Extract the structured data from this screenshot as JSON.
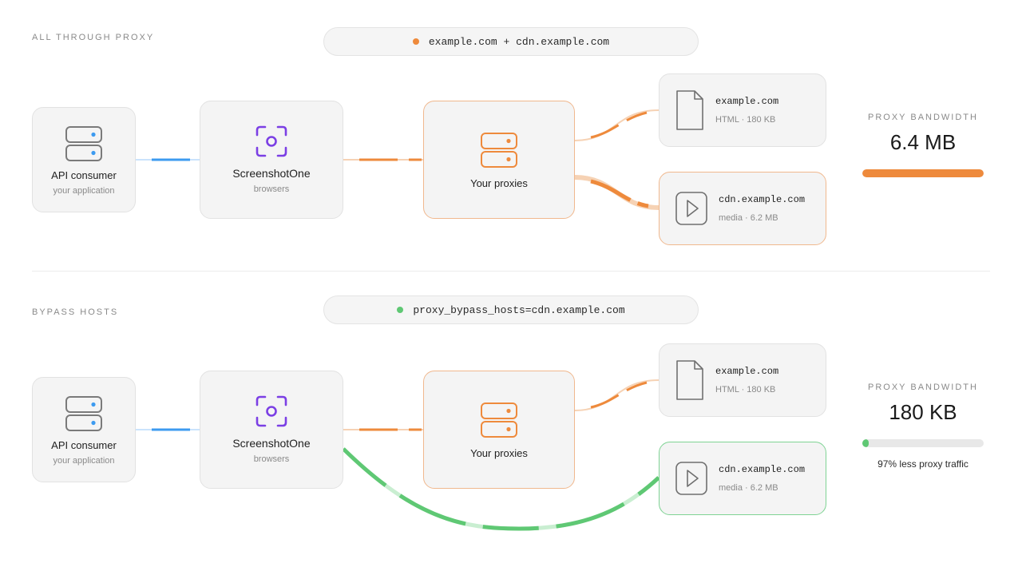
{
  "sections": [
    {
      "label": "ALL THROUGH PROXY",
      "pill": {
        "text": "example.com + cdn.example.com",
        "dot_color": "#ee8a3c"
      },
      "consumer": {
        "title": "API consumer",
        "subtitle": "your application",
        "icon": "server-icon"
      },
      "browser": {
        "title": "ScreenshotOne",
        "subtitle": "browsers",
        "icon": "screenshot-focus-icon"
      },
      "proxy": {
        "title": "Your proxies",
        "icon": "server-icon"
      },
      "resources": [
        {
          "host": "example.com",
          "meta": "HTML · 180 KB",
          "icon": "file-icon"
        },
        {
          "host": "cdn.example.com",
          "meta": "media · 6.2 MB",
          "icon": "play-icon"
        }
      ],
      "bandwidth": {
        "label": "PROXY BANDWIDTH",
        "value": "6.4 MB",
        "bar_fraction": 1.0,
        "bar_color": "#ee8a3c"
      }
    },
    {
      "label": "BYPASS HOSTS",
      "pill": {
        "text": "proxy_bypass_hosts=cdn.example.com",
        "dot_color": "#5fc874"
      },
      "consumer": {
        "title": "API consumer",
        "subtitle": "your application",
        "icon": "server-icon"
      },
      "browser": {
        "title": "ScreenshotOne",
        "subtitle": "browsers",
        "icon": "screenshot-focus-icon"
      },
      "proxy": {
        "title": "Your proxies",
        "icon": "server-icon"
      },
      "resources": [
        {
          "host": "example.com",
          "meta": "HTML · 180 KB",
          "icon": "file-icon"
        },
        {
          "host": "cdn.example.com",
          "meta": "media · 6.2 MB",
          "icon": "play-icon"
        }
      ],
      "bandwidth": {
        "label": "PROXY BANDWIDTH",
        "value": "180 KB",
        "bar_fraction": 0.03,
        "bar_color": "#5fc874",
        "note": "97% less proxy traffic"
      }
    }
  ],
  "colors": {
    "accent_orange": "#ee8a3c",
    "accent_green": "#5fc874",
    "accent_blue": "#3d9bf0",
    "accent_purple": "#7b3fe4"
  }
}
